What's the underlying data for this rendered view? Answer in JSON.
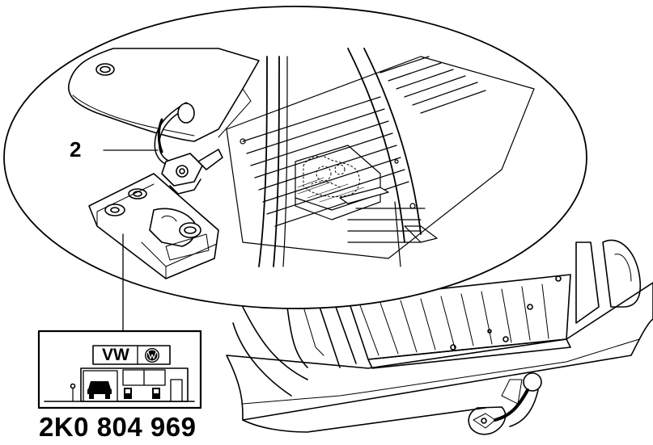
{
  "diagram": {
    "callout_label": "2",
    "part_number": "2K0 804 969",
    "sign_text": "VW",
    "logo_icon": "vw-logo-icon",
    "line_color": "#000000",
    "background_color": "#ffffff"
  }
}
